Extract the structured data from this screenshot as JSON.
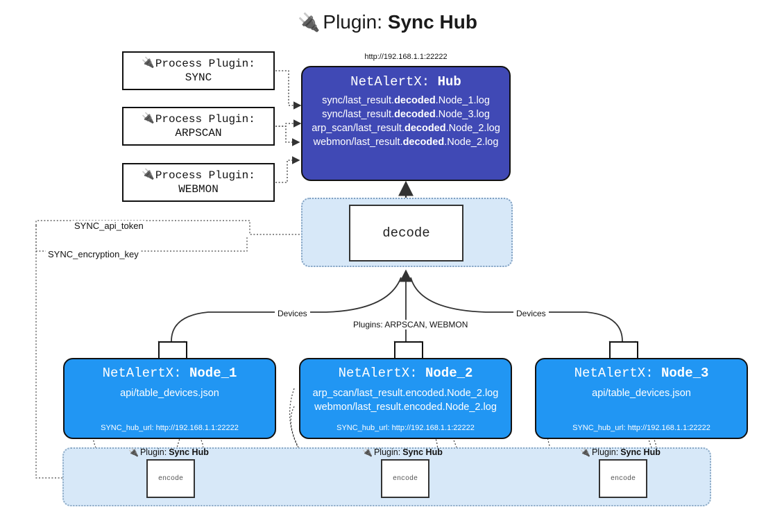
{
  "title": {
    "icon": "plug-icon",
    "lead": "Plugin: ",
    "strong": "Sync Hub"
  },
  "hub": {
    "url_label": "http://192.168.1.1:22222",
    "header_prefix": "NetAlertX: ",
    "header_name": "Hub",
    "logs": [
      {
        "pre": "sync/last_result.",
        "bold": "decoded",
        "post": ".Node_1.log"
      },
      {
        "pre": "sync/last_result.",
        "bold": "decoded",
        "post": ".Node_3.log"
      },
      {
        "pre": "arp_scan/last_result.",
        "bold": "decoded",
        "post": ".Node_2.log"
      },
      {
        "pre": "webmon/last_result.",
        "bold": "decoded",
        "post": ".Node_2.log"
      }
    ],
    "color": "#4049b5"
  },
  "process_plugins": [
    {
      "line1": "Process Plugin:",
      "line2": "SYNC",
      "icon": "plug-icon"
    },
    {
      "line1": "Process Plugin:",
      "line2": "ARPSCAN",
      "icon": "plug-icon"
    },
    {
      "line1": "Process Plugin:",
      "line2": "WEBMON",
      "icon": "plug-icon"
    }
  ],
  "decode": {
    "label": "decode",
    "group_color": "#d7e8f8"
  },
  "tokens": [
    {
      "label": "SYNC_api_token"
    },
    {
      "label": "SYNC_encryption_key"
    }
  ],
  "edge_labels": {
    "devices_left": "Devices",
    "plugins_center": "Plugins: ARPSCAN, WEBMON",
    "devices_right": "Devices"
  },
  "nodes": [
    {
      "header_prefix": "NetAlertX: ",
      "header_name": "Node_1",
      "lines": [
        "api/table_devices.json"
      ],
      "hub_url": "SYNC_hub_url: http://192.168.1.1:22222",
      "icon": "envelope-icon",
      "color": "#2196f3"
    },
    {
      "header_prefix": "NetAlertX: ",
      "header_name": "Node_2",
      "lines": [
        "arp_scan/last_result.encoded.Node_2.log",
        "webmon/last_result.encoded.Node_2.log"
      ],
      "hub_url": "SYNC_hub_url: http://192.168.1.1:22222",
      "icon": "envelope-icon",
      "color": "#2196f3"
    },
    {
      "header_prefix": "NetAlertX: ",
      "header_name": "Node_3",
      "lines": [
        "api/table_devices.json"
      ],
      "hub_url": "SYNC_hub_url: http://192.168.1.1:22222",
      "icon": "envelope-icon",
      "color": "#2196f3"
    }
  ],
  "encoders": [
    {
      "plugin_lead": "Plugin:",
      "plugin_name": "Sync Hub",
      "label": "encode",
      "icon": "plug-icon"
    },
    {
      "plugin_lead": "Plugin:",
      "plugin_name": "Sync Hub",
      "label": "encode",
      "icon": "plug-icon"
    },
    {
      "plugin_lead": "Plugin:",
      "plugin_name": "Sync Hub",
      "label": "encode",
      "icon": "plug-icon"
    }
  ]
}
